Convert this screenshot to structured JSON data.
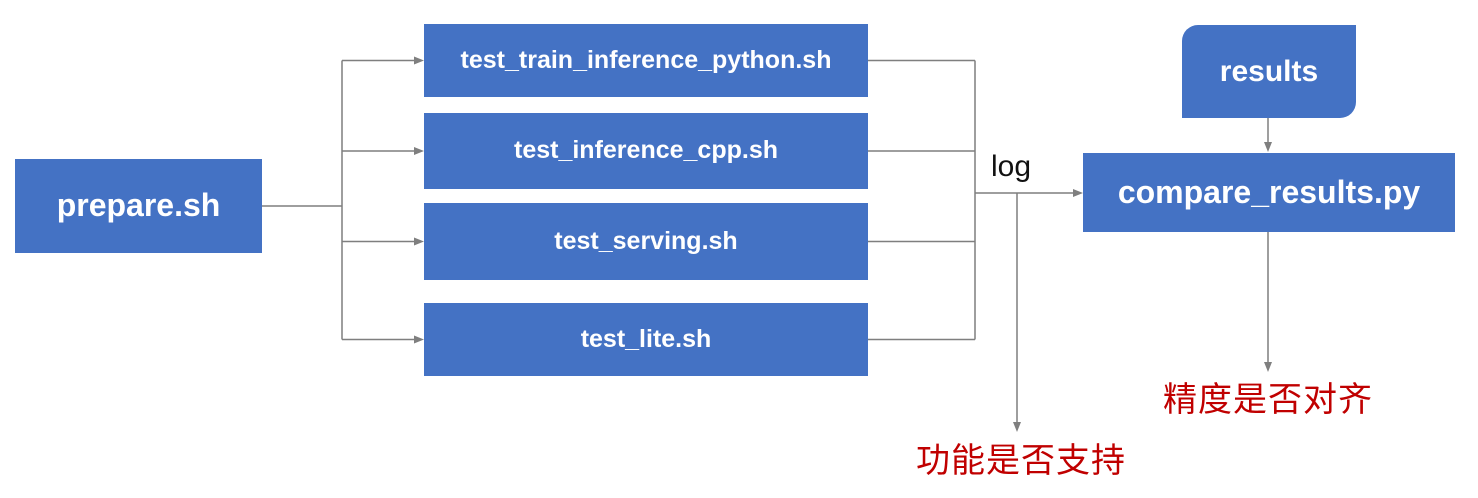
{
  "colors": {
    "node_fill": "#4472C4",
    "node_text": "#FFFFFF",
    "connector": "#7F7F7F",
    "log_text": "#111111",
    "warn_text": "#C00000",
    "background": "#FFFFFF"
  },
  "nodes": {
    "prepare": {
      "label": "prepare.sh"
    },
    "tests": [
      {
        "label": "test_train_inference_python.sh"
      },
      {
        "label": "test_inference_cpp.sh"
      },
      {
        "label": "test_serving.sh"
      },
      {
        "label": "test_lite.sh"
      }
    ],
    "results": {
      "label": "results"
    },
    "compare": {
      "label": "compare_results.py"
    }
  },
  "labels": {
    "log": "log",
    "function_support": "功能是否支持",
    "precision_alignment": "精度是否对齐"
  },
  "edges": [
    {
      "from": "prepare.sh",
      "to": "test_train_inference_python.sh"
    },
    {
      "from": "prepare.sh",
      "to": "test_inference_cpp.sh"
    },
    {
      "from": "prepare.sh",
      "to": "test_serving.sh"
    },
    {
      "from": "prepare.sh",
      "to": "test_lite.sh"
    },
    {
      "from": "test scripts",
      "to": "compare_results.py",
      "label": "log"
    },
    {
      "from": "test scripts log",
      "to": "功能是否支持"
    },
    {
      "from": "results",
      "to": "compare_results.py"
    },
    {
      "from": "compare_results.py",
      "to": "精度是否对齐"
    }
  ]
}
